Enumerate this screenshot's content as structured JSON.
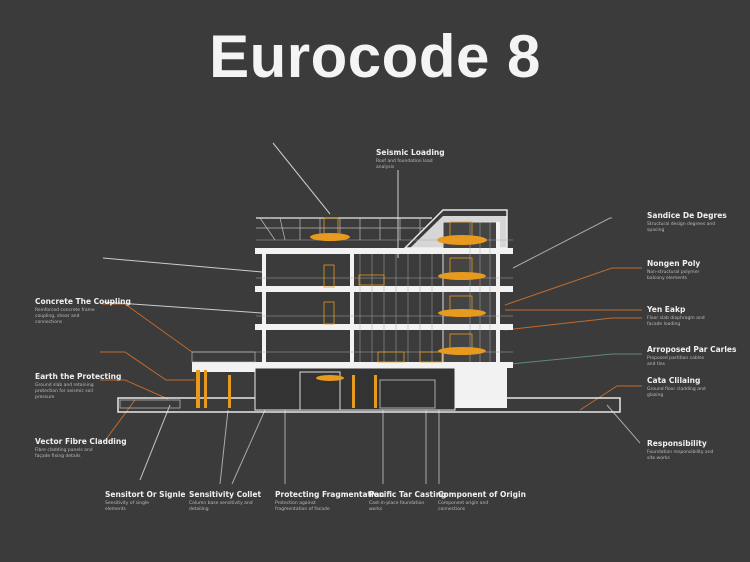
{
  "title": "Eurocode 8",
  "colors": {
    "background": "#3b3b3b",
    "accent_orange": "#e79a1e",
    "leader_orange": "#c06a2c",
    "leader_green": "#5c8c70",
    "line": "#e8e8e8"
  },
  "labels": {
    "top": {
      "heading": "Seismic Loading",
      "sub": "Roof and foundation load analysis"
    },
    "left": [
      {
        "heading": "Concrete The Coupling",
        "sub": "Reinforced concrete frame coupling, shear and connections"
      },
      {
        "heading": "Earth the Protecting",
        "sub": "Ground slab and retaining protection for seismic soil pressure"
      },
      {
        "heading": "Vector Fibre Cladding",
        "sub": "Fibre cladding panels and façade fixing details"
      }
    ],
    "right": [
      {
        "heading": "Sandice De Degres",
        "sub": "Structural design degrees and spacing"
      },
      {
        "heading": "Nongen Poly",
        "sub": "Non-structural polymer balcony elements"
      },
      {
        "heading": "Yen Eakp",
        "sub": "Floor slab diaphragm and facade loading"
      },
      {
        "heading": "Arroposed Par Carles",
        "sub": "Proposed partition cables and ties"
      },
      {
        "heading": "Cata Clilaing",
        "sub": "Ground floor cladding and glazing"
      },
      {
        "heading": "Responsibility",
        "sub": "Foundation responsibility and site works"
      }
    ],
    "bottom": [
      {
        "heading": "Sensitort Or Signle",
        "sub": "Sensitivity of single elements"
      },
      {
        "heading": "Sensitivity Collet",
        "sub": "Column base sensitivity and detailing"
      },
      {
        "heading": "Protecting Fragmentation",
        "sub": "Protection against fragmentation of facade"
      },
      {
        "heading": "Pacific Tar Casting",
        "sub": "Cast-in-place foundation works"
      },
      {
        "heading": "Component of Origin",
        "sub": "Component origin and connections"
      }
    ]
  }
}
